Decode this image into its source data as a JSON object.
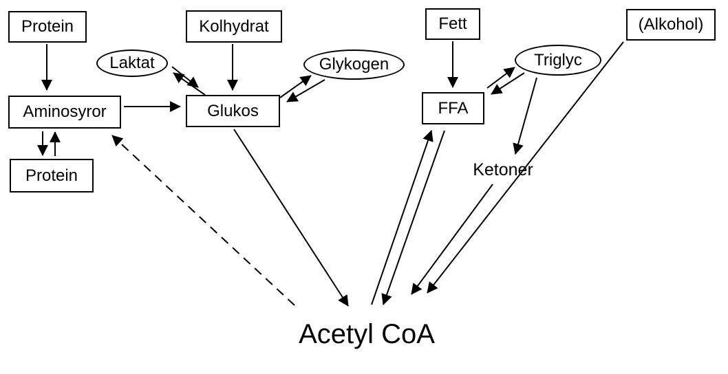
{
  "nodes": {
    "protein_top": "Protein",
    "kolhydrat": "Kolhydrat",
    "fett": "Fett",
    "alkohol": "(Alkohol)",
    "laktat": "Laktat",
    "glykogen": "Glykogen",
    "triglyc": "Triglyc",
    "aminosyror": "Aminosyror",
    "glukos": "Glukos",
    "ffa": "FFA",
    "protein_bottom": "Protein",
    "ketoner": "Ketoner",
    "acetyl_coa": "Acetyl CoA"
  },
  "edges": [
    {
      "from": "protein_top",
      "to": "aminosyror",
      "style": "solid",
      "direction": "one-way"
    },
    {
      "from": "aminosyror",
      "to": "protein_bottom",
      "style": "solid",
      "direction": "two-way"
    },
    {
      "from": "aminosyror",
      "to": "glukos",
      "style": "solid",
      "direction": "one-way"
    },
    {
      "from": "laktat",
      "to": "glukos",
      "style": "solid",
      "direction": "two-way"
    },
    {
      "from": "kolhydrat",
      "to": "glukos",
      "style": "solid",
      "direction": "one-way"
    },
    {
      "from": "glukos",
      "to": "glykogen",
      "style": "solid",
      "direction": "two-way"
    },
    {
      "from": "fett",
      "to": "ffa",
      "style": "solid",
      "direction": "one-way"
    },
    {
      "from": "ffa",
      "to": "triglyc",
      "style": "solid",
      "direction": "two-way"
    },
    {
      "from": "triglyc",
      "to": "ketoner",
      "style": "solid",
      "direction": "one-way"
    },
    {
      "from": "glukos",
      "to": "acetyl_coa",
      "style": "solid",
      "direction": "one-way"
    },
    {
      "from": "acetyl_coa",
      "to": "aminosyror",
      "style": "dashed",
      "direction": "one-way"
    },
    {
      "from": "ffa",
      "to": "acetyl_coa",
      "style": "solid",
      "direction": "two-way"
    },
    {
      "from": "ketoner",
      "to": "acetyl_coa",
      "style": "solid",
      "direction": "one-way"
    },
    {
      "from": "alkohol",
      "to": "acetyl_coa",
      "style": "solid",
      "direction": "one-way"
    }
  ],
  "colors": {
    "stroke": "#000000",
    "background": "#ffffff"
  }
}
